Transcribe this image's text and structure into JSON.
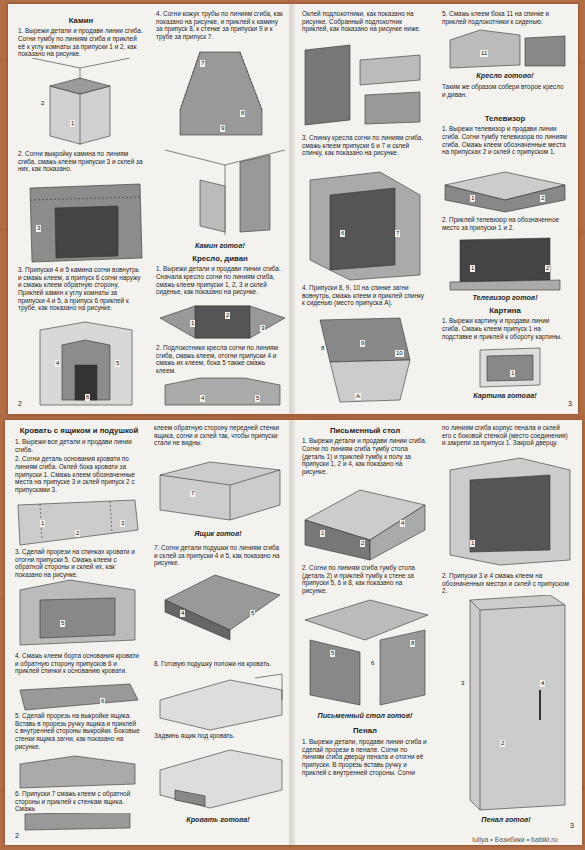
{
  "diagram": {
    "nodes": [
      {
        "text": [
          "Камин",
          "1. Вырежи детали и продави линии сгиба. Согни тумбу по линиям сгиба и приклей её к углу комнаты за припуски 1 и 2, как показано на рисунке.",
          "2. Согни выкройку камина по линиям сгиба, смажь клеем припуски 3 и склей за них, как показано.",
          "3. Припуски 4 и 5 камина согни вовнутрь и смажь клеем, а припуск 6 согни наружу и смажь клеем обратную сторону. Приклей камин к углу комнаты за припуски 4 и 5, а припуск 6 приклей к трубе, как показано на рисунке.",
          "4. Согни кожух трубы по линиям сгиба, как показано на рисунке, и приклей к камину за припуск 8, к стенке за припуски 9 и к трубе за припуск 7.",
          "Камин готов!",
          "Кресло, диван",
          "1. Вырежи детали и продави линии сгиба. Сначала кресло согни по линиям сгиба, смажь клеем припуски 1, 2, 3 и склей сиденье, как показано на рисунке.",
          "2. Подлокотники кресла согни по линиям сгиба, смажь клеем, отогни припуски 4 и смажь их клеем, бока 5 также смажь клеем.",
          "2"
        ]
      },
      {
        "text": [
          "Оклей подлокотники, как показано на рисунке. Собранный подлокотник приклей, как показано на рисунке ниже.",
          "3. Спинку кресла согни по линиям сгиба, смажь клеем припуски 6 и 7 и склей спинку, как показано на рисунке.",
          "4. Припуски 8, 9, 10 на спинке загни вовнутрь, смажь клеем и приклей спинку к сиденью (место припуска А).",
          "5. Смажь клеем бока 11 на спинке и приклей подлокотники к сиденью.",
          "Кресло готово!",
          "Таким же образом собери второе кресло и диван.",
          "Телевизор",
          "1. Вырежи телевизор и продави линии сгиба. Согни тумбу телевизора по линиям сгиба. Смажь клеем обозначенные места на припусках 2 и склей с припуском 1.",
          "2. Приклей телевизор на обозначенное место за припуски 1 и 2.",
          "Телевизор готов!",
          "Картина",
          "1. Вырежи картину и продави линии сгиба. Смажь клеем припуск 1 на подставке и приклей к обороту картины.",
          "Картина готова!",
          "3"
        ]
      },
      {
        "text": [
          "Кровать с ящиком и подушкой",
          "1. Вырежи все детали и продави линии сгиба.",
          "2. Согни деталь основания кровати по линиям сгиба. Оклей бока кровати за припуски 1. Смажь клеем обозначенные места на припуске 3 и склей припуск 2 с припусками 3.",
          "3. Сделай прорези на спинках кровати и отогни припуски 5. Смажь клеем с обратной стороны и склей их, как показано на рисунке.",
          "4. Смажь клеем борта основания кровати и обратную сторону припусков 6 и приклей спинки к основанию кровати.",
          "5. Сделай прорезь на выкройке ящика. Вставь в прорезь ручку ящика и приклей с внутренней стороны выкройки. Боковые стенки ящика загни, как показано на рисунке.",
          "6. Припуски 7 смажь клеем с обратной стороны и приклей к стенкам ящика. Смажь",
          "клеем обратную сторону передней стенки ящика, согни и склей так, чтобы припуски стали не видны.",
          "Ящик готов!",
          "7. Согни детали подушки по линиям сгиба и склей за припуски 4 и 5, как показано на рисунке.",
          "8. Готовую подушку положи на кровать.",
          "Задвинь ящик под кровать.",
          "Кровать готова!",
          "2"
        ]
      },
      {
        "text": [
          "Письменный стол",
          "1. Вырежи детали и продави линии сгиба. Согни по линиям сгиба тумбу стола (деталь 1) и приклей тумбу к полу за припуски 1, 2 и 4, как показано на рисунке.",
          "2. Согни по линиям сгиба тумбу стола (деталь 2) и приклей тумбу к стене за припуски 5, 6 и 8, как показано на рисунке.",
          "Письменный стол готов!",
          "Пенал",
          "1. Вырежи детали, продави линии сгиба и сделай прорези в пенале. Согни по линиям сгиба дверцу пенала и отогни её припуски. В прорезь вставь ручку и приклей с внутренней стороны. Согни",
          "по линиям сгиба корпус пенала и склей его с боковой стенкой (место соединения) и закрепи за припуск 1. Закрой дверцу.",
          "2. Припуски 3 и 4 смажь клеем на обозначенных местах и склей с припуском 2.",
          "Пенал готов!",
          "3"
        ]
      }
    ],
    "labels": [
      "1",
      "2",
      "3",
      "4",
      "5",
      "6",
      "7",
      "8",
      "9",
      "1",
      "2",
      "3",
      "4",
      "5",
      "6",
      "7",
      "8",
      "9",
      "10",
      "А",
      "11",
      "1",
      "2",
      "1",
      "2",
      "1",
      "1",
      "2",
      "3",
      "5",
      "6",
      "7",
      "4",
      "5",
      "1",
      "2",
      "4",
      "5",
      "6",
      "8",
      "1",
      "3",
      "4",
      "2",
      "Iuliya • Бэзибики • babiki.ru"
    ]
  }
}
